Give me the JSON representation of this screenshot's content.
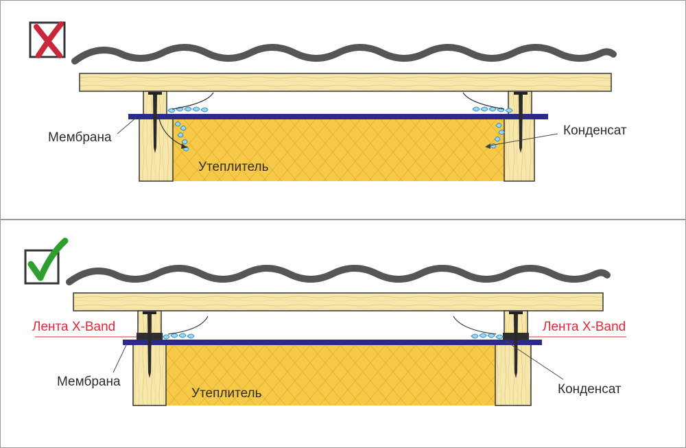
{
  "panels": [
    {
      "status": "wrong",
      "status_icon": "cross-icon",
      "labels": {
        "membrane": "Мембрана",
        "condensate": "Конденсат",
        "insulation": "Утеплитель"
      }
    },
    {
      "status": "correct",
      "status_icon": "checkmark-icon",
      "labels": {
        "tape_left": "Лента X-Band",
        "tape_right": "Лента X-Band",
        "membrane": "Мембрана",
        "condensate": "Конденсат",
        "insulation": "Утеплитель"
      }
    }
  ],
  "colors": {
    "wrong": "#c8283a",
    "correct": "#2e9e2e",
    "membrane": "#2b2a8a",
    "insulation": "#f7c949",
    "wood": "#f5e6a8",
    "wave": "#555555",
    "tape": "#2f2f2f",
    "drop": "#9ad8f2",
    "accent_text": "#e0283a"
  }
}
